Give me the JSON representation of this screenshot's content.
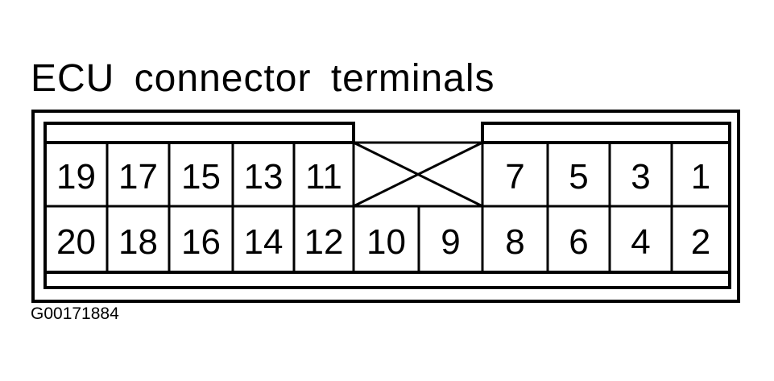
{
  "diagram": {
    "title": "ECU connector terminals",
    "figure_id": "G00171884",
    "top_row": [
      "19",
      "17",
      "15",
      "13",
      "11",
      "",
      "7",
      "5",
      "3",
      "1"
    ],
    "bottom_row": [
      "20",
      "18",
      "16",
      "14",
      "12",
      "10",
      "9",
      "8",
      "6",
      "4",
      "2"
    ],
    "blank_position_marker": "X"
  }
}
